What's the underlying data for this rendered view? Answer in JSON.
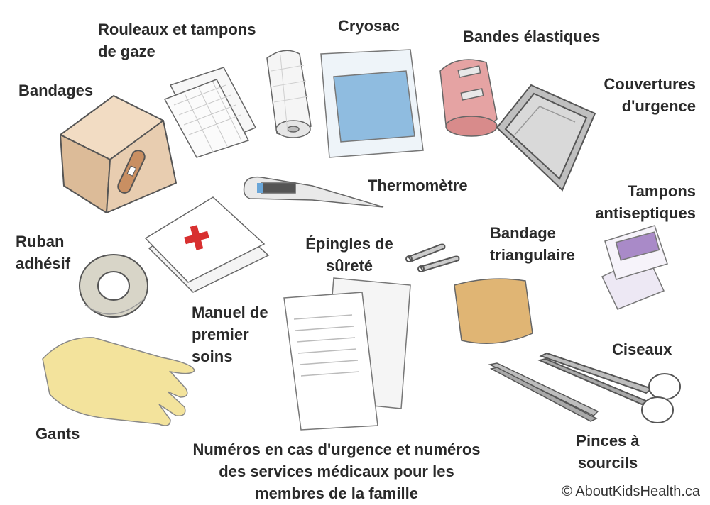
{
  "labels": {
    "rouleaux": [
      "Rouleaux et tampons",
      "de gaze"
    ],
    "cryosac": "Cryosac",
    "bandes": "Bandes élastiques",
    "bandages": "Bandages",
    "couvertures": [
      "Couvertures",
      "d'urgence"
    ],
    "thermometre": "Thermomètre",
    "tampons": [
      "Tampons",
      "antiseptiques"
    ],
    "ruban": [
      "Ruban",
      "adhésif"
    ],
    "epingles": [
      "Épingles de",
      "sûreté"
    ],
    "triangulaire": [
      "Bandage",
      "triangulaire"
    ],
    "manuel": [
      "Manuel de",
      "premier",
      "soins"
    ],
    "ciseaux": "Ciseaux",
    "gants": "Gants",
    "pinces": [
      "Pinces à",
      "sourcils"
    ],
    "numeros": [
      "Numéros en cas d'urgence et numéros",
      "des services médicaux pour les",
      "membres de la famille"
    ]
  },
  "copyright": "© AboutKidsHealth.ca",
  "colors": {
    "text": "#2a2a2a",
    "box": "#e8cdb0",
    "cryo_blue": "#8fbce0",
    "elastic": "#e5a3a3",
    "cross": "#d83030",
    "glove": "#f3e39c",
    "triangular": "#e0b574"
  }
}
